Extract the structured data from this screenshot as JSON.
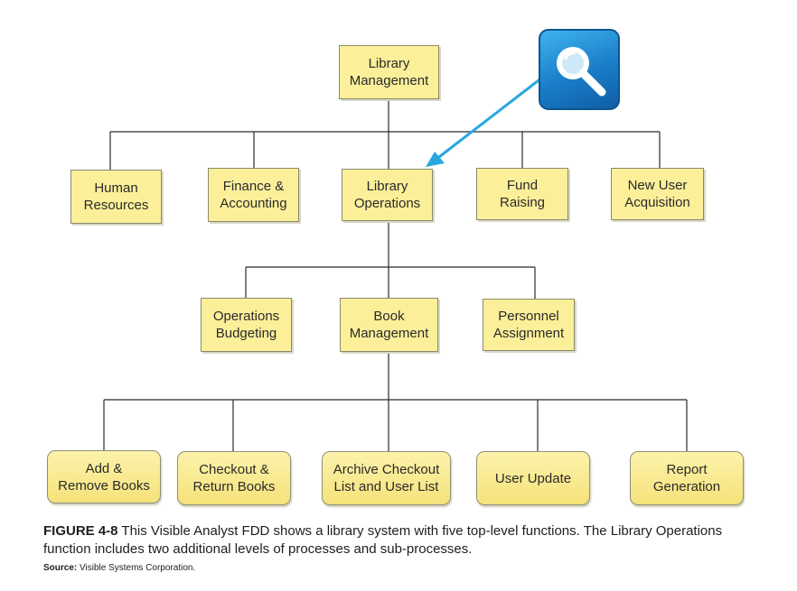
{
  "diagram": {
    "root": {
      "label": "Library\nManagement"
    },
    "level1": [
      {
        "label": "Human\nResources"
      },
      {
        "label": "Finance &\nAccounting"
      },
      {
        "label": "Library\nOperations"
      },
      {
        "label": "Fund\nRaising"
      },
      {
        "label": "New User\nAcquisition"
      }
    ],
    "level2": [
      {
        "label": "Operations\nBudgeting"
      },
      {
        "label": "Book\nManagement"
      },
      {
        "label": "Personnel\nAssignment"
      }
    ],
    "level3": [
      {
        "label": "Add &\nRemove Books"
      },
      {
        "label": "Checkout &\nReturn Books"
      },
      {
        "label": "Archive Checkout\nList and User List"
      },
      {
        "label": "User Update"
      },
      {
        "label": "Report\nGeneration"
      }
    ]
  },
  "search_badge": {
    "icon": "magnifier-icon",
    "color": "#1a86d4",
    "arrow_color": "#2aa7e0"
  },
  "caption": {
    "figure_label": "FIGURE 4-8",
    "text": " This Visible Analyst FDD shows a library system with five top-level functions. The Library Operations function includes two additional levels of processes and sub-processes."
  },
  "source": {
    "label": "Source:",
    "text": " Visible Systems Corporation."
  },
  "colors": {
    "box_fill": "#fbef9a",
    "box_border": "#8a8a6a",
    "connector": "#2a2a2a",
    "highlight_arrow": "#2aa7e0"
  }
}
